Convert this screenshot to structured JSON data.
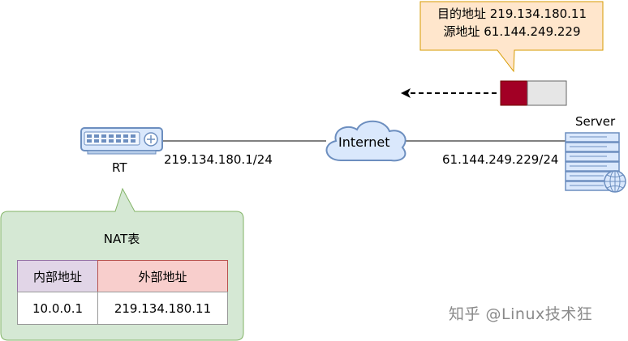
{
  "callout": {
    "line1": "目的地址 219.134.180.11",
    "line2": "源地址 61.144.249.229"
  },
  "router": {
    "label": "RT",
    "iface": "219.134.180.1/24"
  },
  "cloud": {
    "label": "Internet"
  },
  "server": {
    "label": "Server",
    "iface": "61.144.249.229/24"
  },
  "nat": {
    "title": "NAT表",
    "headers": [
      "内部地址",
      "外部地址"
    ],
    "rows": [
      [
        "10.0.0.1",
        "219.134.180.11"
      ]
    ]
  },
  "watermark": "知乎 @Linux技术狂",
  "colors": {
    "callout_fill": "#ffe6cc",
    "callout_stroke": "#d79b00",
    "nat_fill": "#d5e8d4",
    "nat_stroke": "#82b366",
    "header_internal": "#e1d5e7",
    "header_external": "#f8cecc",
    "packet_dark": "#a20025",
    "packet_light": "#e6e6e6",
    "device_fill": "#dae8fc",
    "device_stroke": "#6c8ebf"
  }
}
